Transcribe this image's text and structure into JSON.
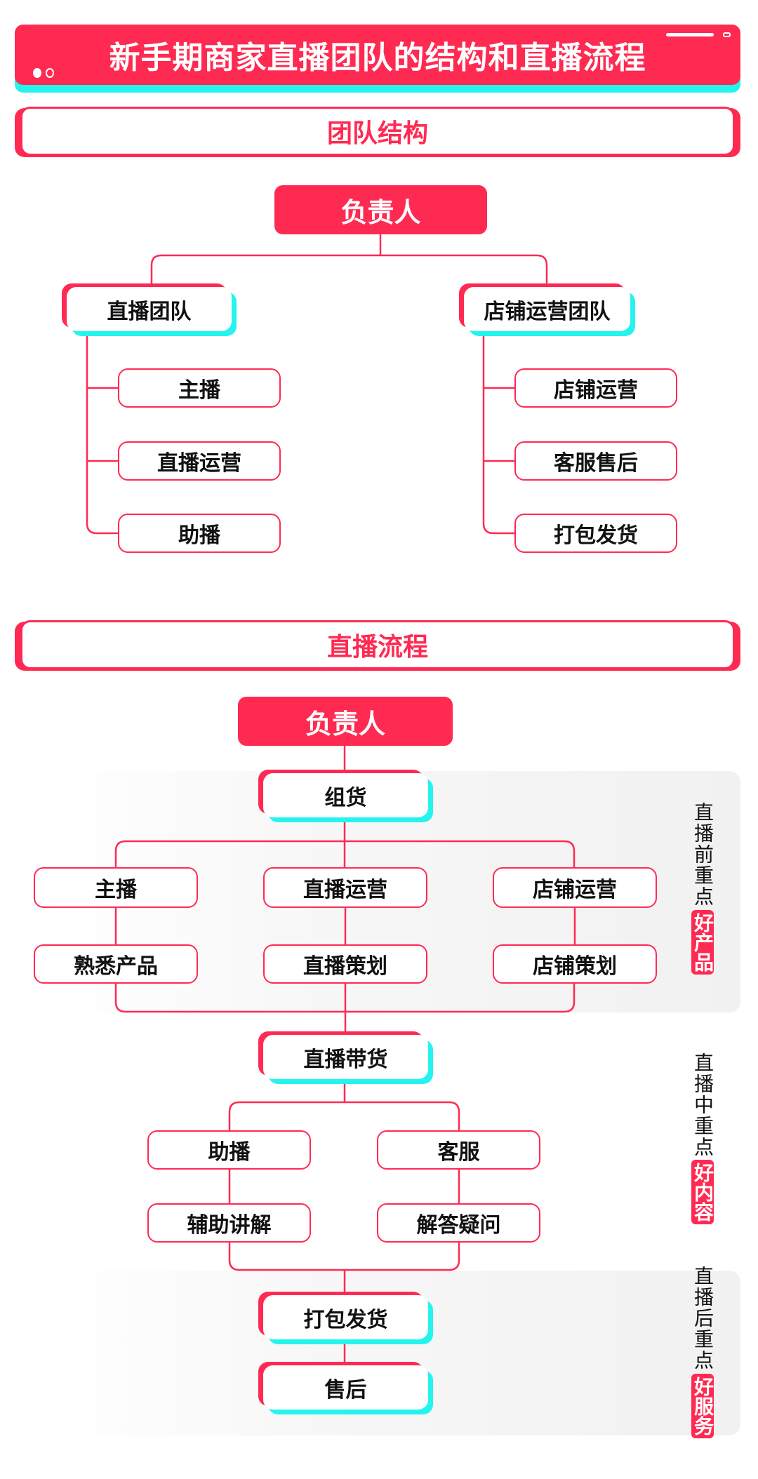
{
  "title": "新手期商家直播团队的结构和直播流程",
  "team_structure": {
    "section_label": "团队结构",
    "head": "负责人",
    "left_team": {
      "label": "直播团队",
      "members": [
        "主播",
        "直播运营",
        "助播"
      ]
    },
    "right_team": {
      "label": "店铺运营团队",
      "members": [
        "店铺运营",
        "客服售后",
        "打包发货"
      ]
    }
  },
  "live_process": {
    "section_label": "直播流程",
    "head": "负责人",
    "pre": {
      "step": "组货",
      "roles": [
        {
          "role": "主播",
          "task": "熟悉产品"
        },
        {
          "role": "直播运营",
          "task": "直播策划"
        },
        {
          "role": "店铺运营",
          "task": "店铺策划"
        }
      ],
      "focus_label": "直播前重点",
      "focus_badge": "好产品"
    },
    "during": {
      "step": "直播带货",
      "roles": [
        {
          "role": "助播",
          "task": "辅助讲解"
        },
        {
          "role": "客服",
          "task": "解答疑问"
        }
      ],
      "focus_label": "直播中重点",
      "focus_badge": "好内容"
    },
    "post": {
      "steps": [
        "打包发货",
        "售后"
      ],
      "focus_label": "直播后重点",
      "focus_badge": "好服务"
    }
  },
  "colors": {
    "accent": "#ff2a52",
    "shadow": "#25f4ee",
    "band": "#f1f1f1"
  }
}
